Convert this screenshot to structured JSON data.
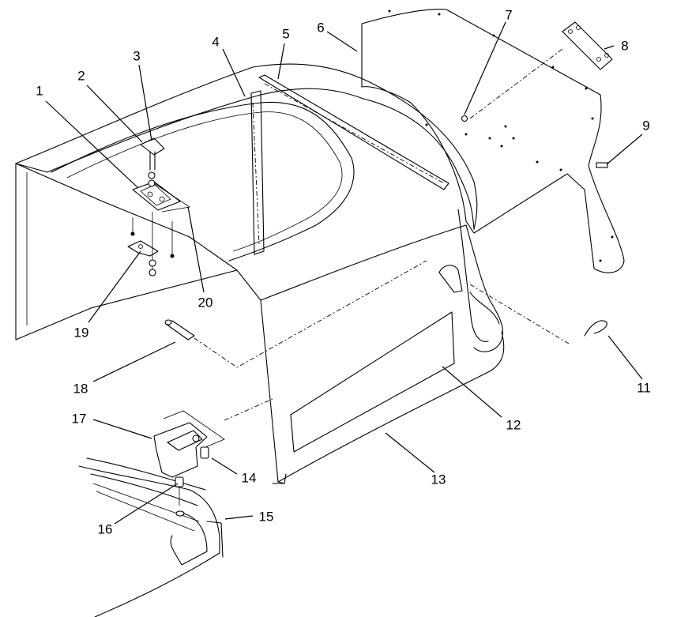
{
  "callouts": [
    {
      "id": "1",
      "text": "1"
    },
    {
      "id": "2",
      "text": "2"
    },
    {
      "id": "3",
      "text": "3"
    },
    {
      "id": "4",
      "text": "4"
    },
    {
      "id": "5",
      "text": "5"
    },
    {
      "id": "6",
      "text": "6"
    },
    {
      "id": "7",
      "text": "7"
    },
    {
      "id": "8",
      "text": "8"
    },
    {
      "id": "9",
      "text": "9"
    },
    {
      "id": "11",
      "text": "11"
    },
    {
      "id": "12",
      "text": "12"
    },
    {
      "id": "13",
      "text": "13"
    },
    {
      "id": "14",
      "text": "14"
    },
    {
      "id": "15",
      "text": "15"
    },
    {
      "id": "16",
      "text": "16"
    },
    {
      "id": "17",
      "text": "17"
    },
    {
      "id": "18",
      "text": "18"
    },
    {
      "id": "19",
      "text": "19"
    },
    {
      "id": "20",
      "text": "20"
    }
  ]
}
